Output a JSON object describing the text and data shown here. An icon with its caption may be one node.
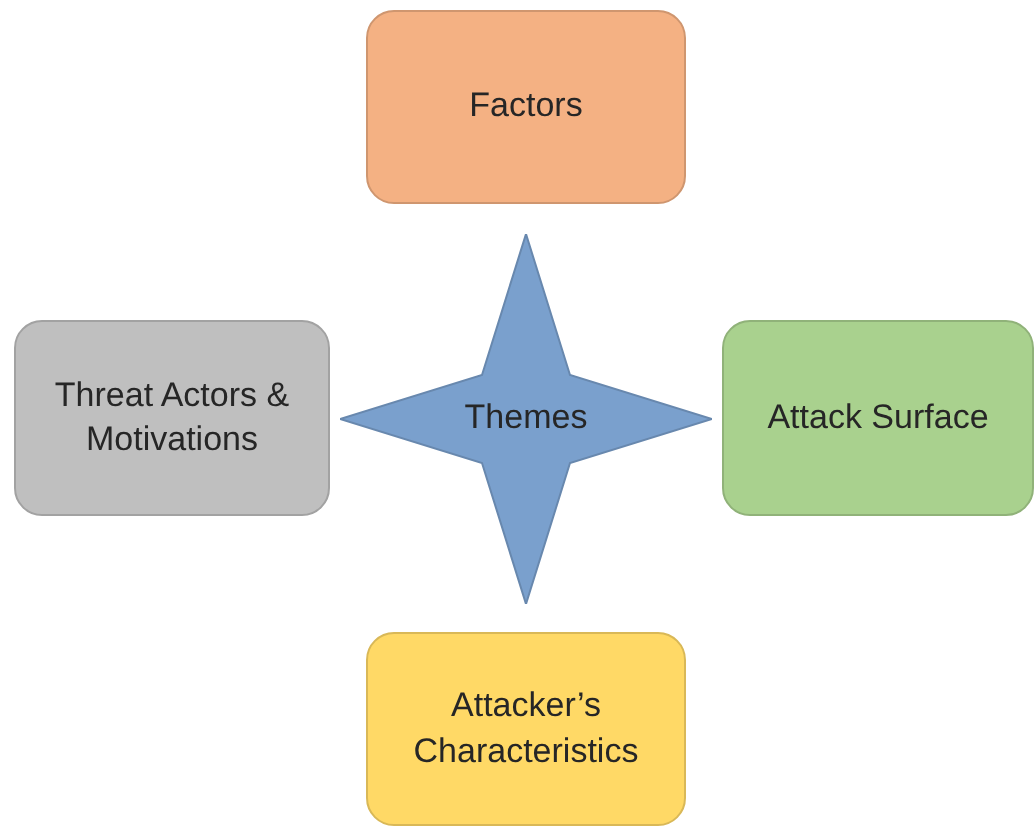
{
  "diagram": {
    "nodes": [
      {
        "text": [
          "Factors"
        ]
      },
      {
        "text": [
          "Threat Actors & Motivations"
        ]
      },
      {
        "text": [
          "Themes"
        ]
      },
      {
        "text": [
          "Attack Surface"
        ]
      },
      {
        "text": [
          "Attacker’s Characteristics"
        ]
      }
    ]
  }
}
